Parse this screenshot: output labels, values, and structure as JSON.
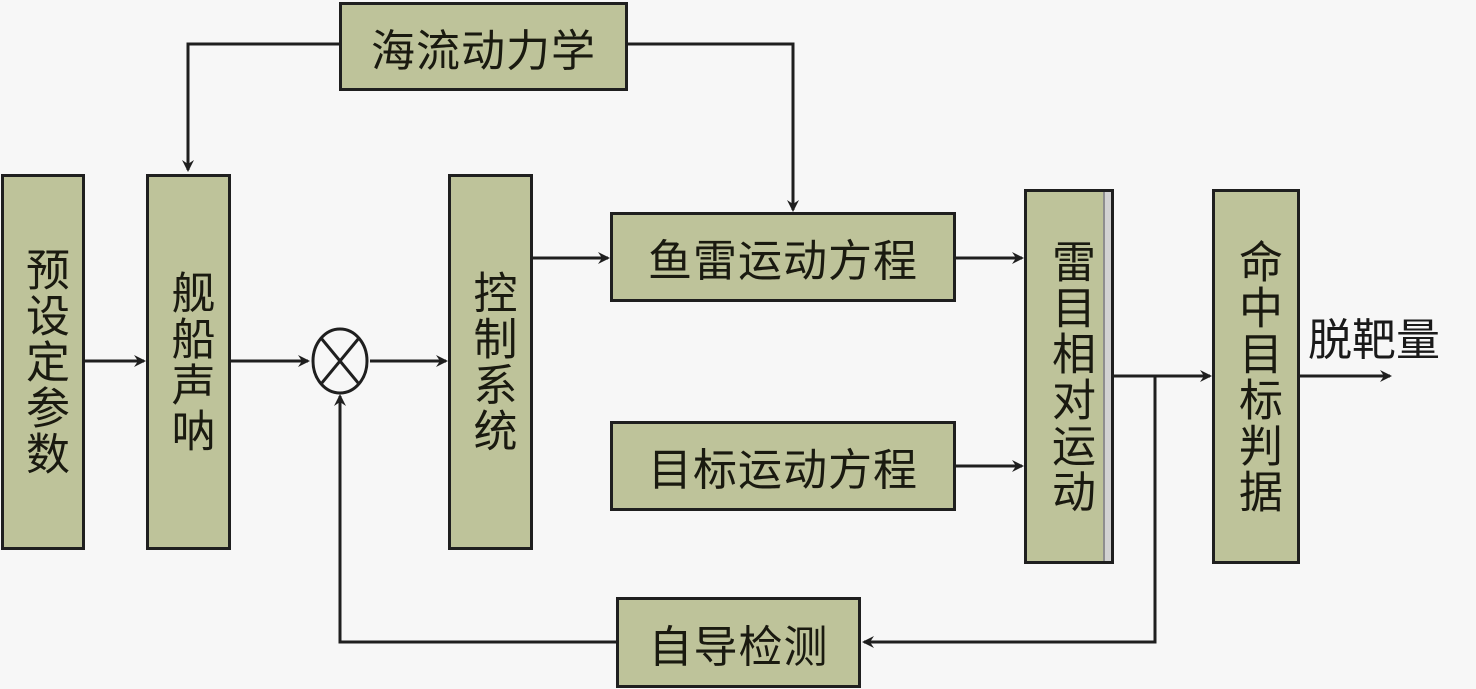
{
  "diagram": {
    "type": "block-diagram",
    "colors": {
      "block_fill": "#bec39a",
      "line": "#1f1f1f",
      "background": "#f7f7f7"
    },
    "blocks": {
      "ocean_current": "海流动力学",
      "preset_params": "预设定参数",
      "ship_sonar": "舰船声呐",
      "control_system": "控制系统",
      "torpedo_motion": "鱼雷运动方程",
      "target_motion": "目标运动方程",
      "relative_motion": "雷目相对运动",
      "hit_criterion": "命中目标判据",
      "homing_detection": "自导检测"
    },
    "summing_junction": {
      "symbol": "multiply-circle"
    },
    "output_label": "脱靶量",
    "edges": [
      {
        "from": "海流动力学",
        "to": "舰船声呐"
      },
      {
        "from": "海流动力学",
        "to": "鱼雷运动方程"
      },
      {
        "from": "预设定参数",
        "to": "舰船声呐"
      },
      {
        "from": "舰船声呐",
        "to": "summing_junction"
      },
      {
        "from": "summing_junction",
        "to": "控制系统"
      },
      {
        "from": "控制系统",
        "to": "鱼雷运动方程"
      },
      {
        "from": "鱼雷运动方程",
        "to": "雷目相对运动"
      },
      {
        "from": "目标运动方程",
        "to": "雷目相对运动"
      },
      {
        "from": "雷目相对运动",
        "to": "命中目标判据"
      },
      {
        "from": "雷目相对运动",
        "to": "自导检测"
      },
      {
        "from": "自导检测",
        "to": "summing_junction"
      },
      {
        "from": "命中目标判据",
        "to": "脱靶量"
      }
    ]
  }
}
